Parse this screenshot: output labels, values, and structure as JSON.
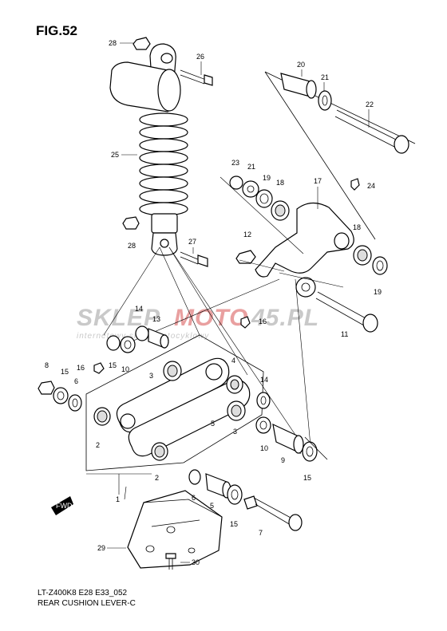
{
  "figure": {
    "title": "FIG.52",
    "model_code": "LT-Z400K8 E28 E33_052",
    "caption": "REAR CUSHION LEVER-C"
  },
  "watermark": {
    "brand_left": "SKLEP",
    "brand_mid": "MOTO",
    "brand_right": "45.PL",
    "tagline": "internetowy sklep motocyklowy",
    "color_grey": "#c9c9c9",
    "color_red": "#e9a0a0"
  },
  "fwd_label": "FWD",
  "callouts": [
    "28",
    "26",
    "25",
    "28",
    "27",
    "20",
    "21",
    "22",
    "23",
    "21",
    "19",
    "18",
    "17",
    "24",
    "12",
    "18",
    "19",
    "11",
    "14",
    "13",
    "16",
    "8",
    "15",
    "6",
    "16",
    "15",
    "10",
    "3",
    "4",
    "14",
    "5",
    "3",
    "10",
    "2",
    "9",
    "2",
    "15",
    "1",
    "6",
    "5",
    "15",
    "7",
    "29",
    "30"
  ]
}
